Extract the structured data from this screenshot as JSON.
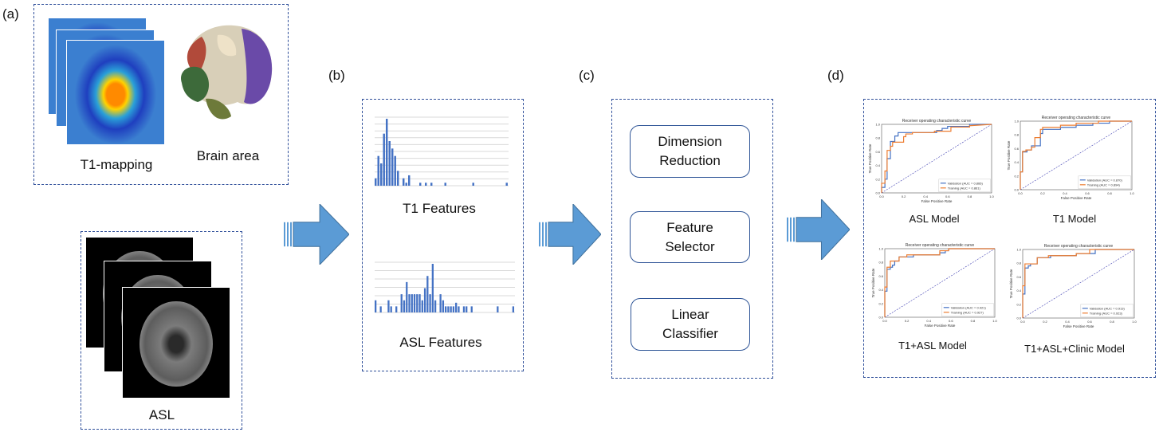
{
  "panel_labels": {
    "a": "(a)",
    "b": "(b)",
    "c": "(c)",
    "d": "(d)"
  },
  "panel_a": {
    "t1_caption": "T1-mapping",
    "brain_caption": "Brain area",
    "asl_caption": "ASL"
  },
  "panel_b": {
    "t1_caption": "T1 Features",
    "asl_caption": "ASL Features",
    "t1_hist": [
      1,
      4,
      3,
      7,
      9,
      6,
      5,
      4,
      2,
      0,
      1,
      0.4,
      1.4,
      0,
      0,
      0,
      0.4,
      0,
      0.4,
      0,
      0.4,
      0,
      0,
      0,
      0,
      0.4,
      0,
      0,
      0,
      0,
      0,
      0,
      0,
      0,
      0,
      0.4,
      0,
      0,
      0,
      0,
      0,
      0,
      0,
      0,
      0,
      0,
      0,
      0.4
    ],
    "asl_hist": [
      1,
      0,
      0.5,
      0,
      0,
      1,
      0.5,
      0,
      0.5,
      0,
      1.5,
      1,
      2.5,
      1.5,
      1.5,
      1.5,
      1.5,
      1.5,
      1,
      2,
      3,
      1.5,
      4,
      1,
      0,
      1.5,
      1,
      0.5,
      0.5,
      0.5,
      0.5,
      0.8,
      0.5,
      0,
      0.5,
      0.5,
      0,
      0.5,
      0,
      0,
      0,
      0,
      0,
      0,
      0,
      0,
      0,
      0.5,
      0,
      0,
      0,
      0,
      0,
      0.5
    ],
    "bar_color": "#4472c4"
  },
  "panel_c": {
    "steps": [
      "Dimension Reduction",
      "Feature Selector",
      "Linear Classifier"
    ]
  },
  "panel_d": {
    "charts": [
      {
        "caption": "ASL Model",
        "title": "Receiver operating characteristic curve",
        "xlabel": "False Positive Rate",
        "ylabel": "True Positive Rate",
        "legend": [
          "Validation (AUC = 0.866)",
          "Training (AUC = 0.861)"
        ],
        "validation": [
          [
            0,
            0
          ],
          [
            0,
            0.08
          ],
          [
            0.03,
            0.08
          ],
          [
            0.03,
            0.2
          ],
          [
            0.05,
            0.2
          ],
          [
            0.05,
            0.5
          ],
          [
            0.08,
            0.5
          ],
          [
            0.08,
            0.75
          ],
          [
            0.12,
            0.75
          ],
          [
            0.12,
            0.83
          ],
          [
            0.15,
            0.83
          ],
          [
            0.15,
            0.88
          ],
          [
            0.5,
            0.88
          ],
          [
            0.5,
            0.91
          ],
          [
            0.55,
            0.91
          ],
          [
            0.55,
            0.94
          ],
          [
            0.6,
            0.94
          ],
          [
            0.6,
            0.97
          ],
          [
            0.8,
            0.97
          ],
          [
            0.8,
            1
          ],
          [
            1,
            1
          ]
        ],
        "training": [
          [
            0,
            0
          ],
          [
            0,
            0.14
          ],
          [
            0.03,
            0.14
          ],
          [
            0.03,
            0.32
          ],
          [
            0.05,
            0.32
          ],
          [
            0.05,
            0.62
          ],
          [
            0.08,
            0.62
          ],
          [
            0.08,
            0.68
          ],
          [
            0.1,
            0.68
          ],
          [
            0.1,
            0.74
          ],
          [
            0.2,
            0.74
          ],
          [
            0.2,
            0.82
          ],
          [
            0.22,
            0.82
          ],
          [
            0.22,
            0.86
          ],
          [
            0.28,
            0.86
          ],
          [
            0.28,
            0.88
          ],
          [
            0.48,
            0.88
          ],
          [
            0.48,
            0.9
          ],
          [
            0.63,
            0.9
          ],
          [
            0.63,
            0.96
          ],
          [
            0.8,
            0.96
          ],
          [
            0.8,
            0.98
          ],
          [
            1,
            1
          ]
        ]
      },
      {
        "caption": "T1 Model",
        "title": "Receiver operating characteristic curve",
        "xlabel": "False Positive Rate",
        "ylabel": "True Positive Rate",
        "legend": [
          "Validation (AUC = 0.870)",
          "Training (AUC = 0.894)"
        ],
        "validation": [
          [
            0,
            0
          ],
          [
            0,
            0.26
          ],
          [
            0.02,
            0.26
          ],
          [
            0.02,
            0.55
          ],
          [
            0.06,
            0.55
          ],
          [
            0.06,
            0.58
          ],
          [
            0.1,
            0.58
          ],
          [
            0.1,
            0.64
          ],
          [
            0.18,
            0.64
          ],
          [
            0.18,
            0.82
          ],
          [
            0.2,
            0.82
          ],
          [
            0.2,
            0.88
          ],
          [
            0.36,
            0.88
          ],
          [
            0.36,
            0.91
          ],
          [
            0.5,
            0.91
          ],
          [
            0.5,
            0.94
          ],
          [
            0.65,
            0.94
          ],
          [
            0.65,
            0.97
          ],
          [
            0.8,
            0.97
          ],
          [
            0.8,
            1
          ],
          [
            1,
            1
          ]
        ],
        "training": [
          [
            0,
            0
          ],
          [
            0,
            0.26
          ],
          [
            0.02,
            0.26
          ],
          [
            0.02,
            0.56
          ],
          [
            0.05,
            0.56
          ],
          [
            0.05,
            0.58
          ],
          [
            0.1,
            0.58
          ],
          [
            0.1,
            0.62
          ],
          [
            0.13,
            0.62
          ],
          [
            0.13,
            0.76
          ],
          [
            0.18,
            0.76
          ],
          [
            0.18,
            0.88
          ],
          [
            0.2,
            0.88
          ],
          [
            0.2,
            0.91
          ],
          [
            0.36,
            0.91
          ],
          [
            0.36,
            0.94
          ],
          [
            0.5,
            0.94
          ],
          [
            0.5,
            0.97
          ],
          [
            0.7,
            0.97
          ],
          [
            0.7,
            1
          ],
          [
            1,
            1
          ]
        ]
      },
      {
        "caption": "T1+ASL Model",
        "title": "Receiver operating characteristic curve",
        "xlabel": "False Positive Rate",
        "ylabel": "True Positive Rate",
        "legend": [
          "Validation (AUC = 0.921)",
          "Training (AUC = 0.927)"
        ],
        "validation": [
          [
            0,
            0
          ],
          [
            0,
            0.38
          ],
          [
            0.02,
            0.38
          ],
          [
            0.02,
            0.7
          ],
          [
            0.05,
            0.7
          ],
          [
            0.05,
            0.73
          ],
          [
            0.07,
            0.73
          ],
          [
            0.07,
            0.76
          ],
          [
            0.09,
            0.76
          ],
          [
            0.09,
            0.82
          ],
          [
            0.13,
            0.82
          ],
          [
            0.13,
            0.88
          ],
          [
            0.26,
            0.88
          ],
          [
            0.26,
            0.91
          ],
          [
            0.5,
            0.91
          ],
          [
            0.5,
            0.94
          ],
          [
            0.55,
            0.94
          ],
          [
            0.55,
            0.97
          ],
          [
            0.58,
            0.97
          ],
          [
            0.58,
            1
          ],
          [
            1,
            1
          ]
        ],
        "training": [
          [
            0,
            0
          ],
          [
            0,
            0.44
          ],
          [
            0.02,
            0.44
          ],
          [
            0.02,
            0.73
          ],
          [
            0.05,
            0.73
          ],
          [
            0.05,
            0.82
          ],
          [
            0.13,
            0.82
          ],
          [
            0.13,
            0.88
          ],
          [
            0.2,
            0.88
          ],
          [
            0.2,
            0.91
          ],
          [
            0.5,
            0.91
          ],
          [
            0.5,
            0.97
          ],
          [
            0.58,
            0.97
          ],
          [
            0.58,
            1
          ],
          [
            1,
            1
          ]
        ]
      },
      {
        "caption": "T1+ASL+Clinic Model",
        "title": "Receiver operating characteristic curve",
        "xlabel": "False Positive Rate",
        "ylabel": "True Positive Rate",
        "legend": [
          "Validation (AUC = 0.913)",
          "Training (AUC = 0.923)"
        ],
        "validation": [
          [
            0,
            0
          ],
          [
            0,
            0.35
          ],
          [
            0.02,
            0.35
          ],
          [
            0.02,
            0.73
          ],
          [
            0.05,
            0.73
          ],
          [
            0.05,
            0.76
          ],
          [
            0.07,
            0.76
          ],
          [
            0.07,
            0.79
          ],
          [
            0.13,
            0.79
          ],
          [
            0.13,
            0.88
          ],
          [
            0.25,
            0.88
          ],
          [
            0.25,
            0.91
          ],
          [
            0.48,
            0.91
          ],
          [
            0.48,
            0.94
          ],
          [
            0.6,
            0.94
          ],
          [
            0.6,
            0.94
          ],
          [
            0.65,
            0.94
          ],
          [
            0.65,
            1
          ],
          [
            1,
            1
          ]
        ],
        "training": [
          [
            0,
            0
          ],
          [
            0,
            0.47
          ],
          [
            0.02,
            0.47
          ],
          [
            0.02,
            0.79
          ],
          [
            0.13,
            0.79
          ],
          [
            0.13,
            0.88
          ],
          [
            0.23,
            0.88
          ],
          [
            0.23,
            0.91
          ],
          [
            0.48,
            0.91
          ],
          [
            0.48,
            0.94
          ],
          [
            0.6,
            0.94
          ],
          [
            0.6,
            1
          ],
          [
            1,
            1
          ]
        ]
      }
    ],
    "validation_color": "#4472c4",
    "training_color": "#ed7d31",
    "chance_color": "#3b3bb0"
  },
  "arrow_color": "#5b9bd5"
}
